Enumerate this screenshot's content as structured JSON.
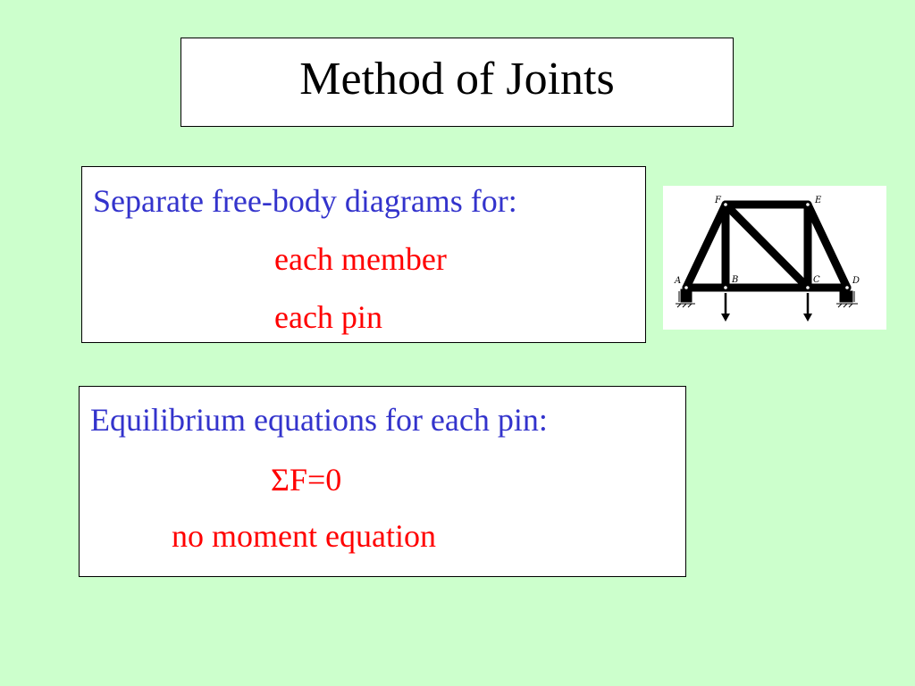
{
  "slide": {
    "title": "Method of Joints",
    "background_color": "#ccffcc",
    "accent_blue": "#3333cc",
    "accent_red": "#ff0000"
  },
  "box1": {
    "heading": "Separate free-body diagrams for:",
    "items": [
      "each member",
      "each pin"
    ]
  },
  "box2": {
    "heading": "Equilibrium equations for each pin:",
    "items": [
      "ΣF=0",
      "no moment equation"
    ]
  },
  "truss": {
    "joint_labels": {
      "A": "A",
      "B": "B",
      "C": "C",
      "D": "D",
      "E": "E",
      "F": "F"
    }
  }
}
